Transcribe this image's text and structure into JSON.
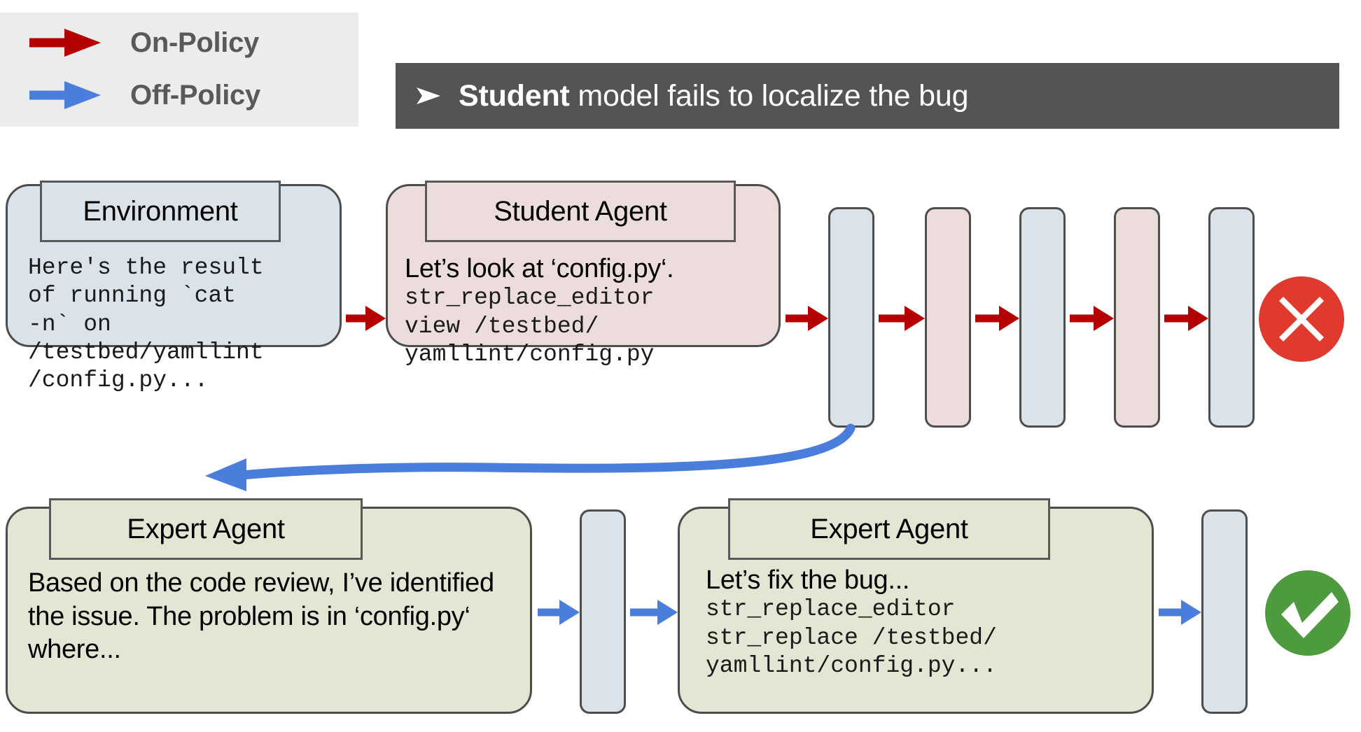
{
  "legend": {
    "items": [
      {
        "label": "On-Policy",
        "color": "#b40000",
        "icon": "right-arrow-icon"
      },
      {
        "label": "Off-Policy",
        "color": "#4a7ddc",
        "icon": "right-arrow-icon"
      }
    ]
  },
  "banner": {
    "bullet_icon": "chevron-bullet-icon",
    "emphasis": "Student",
    "rest": " model fails to localize the bug",
    "bg_color": "#545454"
  },
  "top_row": {
    "environment": {
      "title": "Environment",
      "mono": "Here's the result\nof running `cat\n-n` on\n/testbed/yamllint\n/config.py..."
    },
    "student_agent": {
      "title": "Student Agent",
      "lead": "Let’s look at ‘config.py‘.",
      "mono": "str_replace_editor\nview /testbed/\nyamllint/config.py"
    },
    "bars": [
      "blue",
      "pink",
      "blue",
      "pink",
      "blue"
    ],
    "status": "fail"
  },
  "bottom_row": {
    "expert_agent_1": {
      "title": "Expert Agent",
      "lead": "Based on the code review, I’ve identified the issue. The problem is in ‘config.py‘ where..."
    },
    "expert_agent_2": {
      "title": "Expert Agent",
      "lead": "Let’s fix the bug...",
      "mono": "str_replace_editor\nstr_replace /testbed/\nyamllint/config.py..."
    },
    "bars": [
      "blue",
      "blue"
    ],
    "status": "success"
  },
  "status_icons": {
    "fail": {
      "name": "error-x-circle-icon",
      "color": "#e0392e"
    },
    "success": {
      "name": "success-check-circle-icon",
      "color": "#4e9a3f"
    }
  }
}
